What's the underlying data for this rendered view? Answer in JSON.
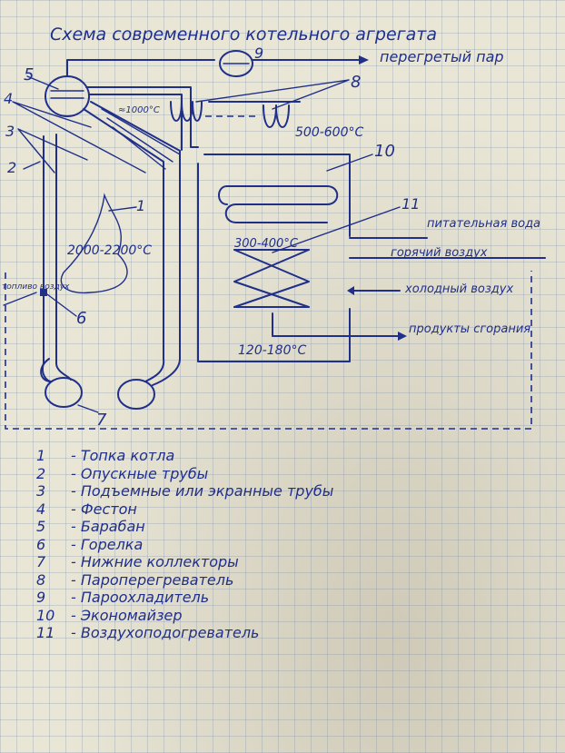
{
  "diagram": {
    "title": "Схема современного котельного агрегата",
    "labels": {
      "steam_out": "перегретый пар",
      "temp_superheater": "500-600°C",
      "temp_furnace": "2000-2200°C",
      "temp_air_heater": "300-400°C",
      "temp_exit": "120-180°C",
      "feed_water": "питательная вода",
      "hot_air": "горячий воздух",
      "cold_air": "холодный воздух",
      "products": "продукты сгорания",
      "fuel_air": "топливо воздух",
      "temp_desuperheater": "≈1000°C"
    },
    "callouts": [
      "1",
      "2",
      "3",
      "4",
      "5",
      "6",
      "7",
      "8",
      "9",
      "10",
      "11"
    ]
  },
  "legend": [
    {
      "num": "1",
      "text": "- Топка котла"
    },
    {
      "num": "2",
      "text": "- Опускные трубы"
    },
    {
      "num": "3",
      "text": "- Подъемные или экранные трубы"
    },
    {
      "num": "4",
      "text": "- Фестон"
    },
    {
      "num": "5",
      "text": "- Барабан"
    },
    {
      "num": "6",
      "text": "- Горелка"
    },
    {
      "num": "7",
      "text": "- Нижние коллекторы"
    },
    {
      "num": "8",
      "text": "- Пароперегреватель"
    },
    {
      "num": "9",
      "text": "- Пароохладитель"
    },
    {
      "num": "10",
      "text": "- Экономайзер"
    },
    {
      "num": "11",
      "text": "- Воздухоподогреватель"
    }
  ],
  "colors": {
    "ink": "#1f2f8a",
    "paper": "#e9e6d6",
    "grid": "#788caa"
  }
}
